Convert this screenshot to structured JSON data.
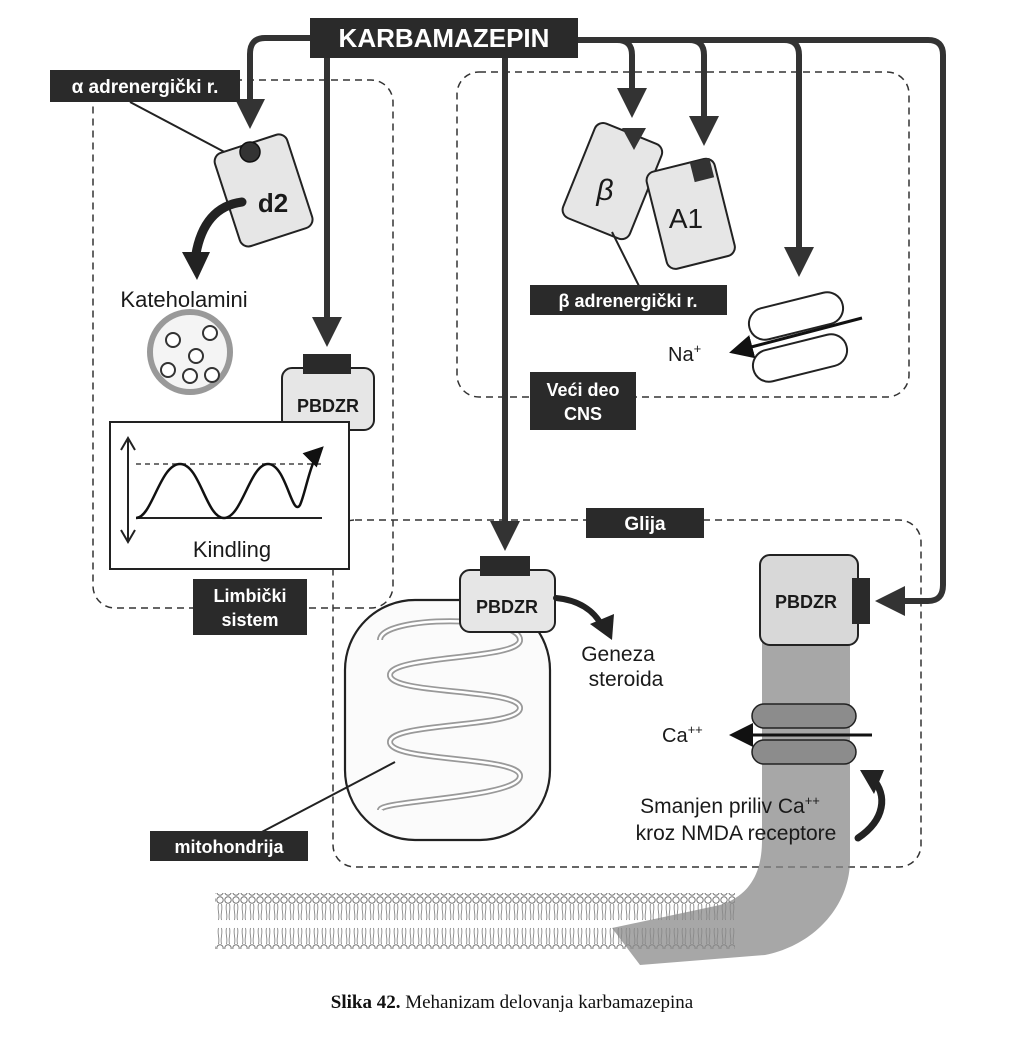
{
  "title": "KARBAMAZEPIN",
  "labels": {
    "alpha_receptor": "α adrenergički r.",
    "d2": "d2",
    "catecholamines": "Kateholamini",
    "pbdzr_limbic": "PBDZR",
    "kindling": "Kindling",
    "limbic_line1": "Limbički",
    "limbic_line2": "sistem",
    "beta_glyph": "β",
    "a1": "A1",
    "beta_receptor": "β adrenergički r.",
    "na": "Na",
    "na_charge": "+",
    "cns_line1": "Veći deo",
    "cns_line2": "CNS",
    "glia": "Glija",
    "pbdzr_mito": "PBDZR",
    "steroid_line1": "Geneza",
    "steroid_line2": "steroida",
    "pbdzr_glia": "PBDZR",
    "ca": "Ca",
    "ca_charge": "++",
    "nmda_line1_a": "Smanjen priliv Ca",
    "nmda_line1_charge": "++",
    "nmda_line2": "kroz NMDA receptore",
    "mitochondria": "mitohondrija"
  },
  "caption": {
    "figure_number": "Slika 42.",
    "text": "Mehanizam delovanja karbamazepina"
  },
  "colors": {
    "dark_label": "#2a2a2a",
    "arrow": "#333333",
    "receptor_fill": "#e6e6e6",
    "membrane": "#8f8f8f"
  }
}
